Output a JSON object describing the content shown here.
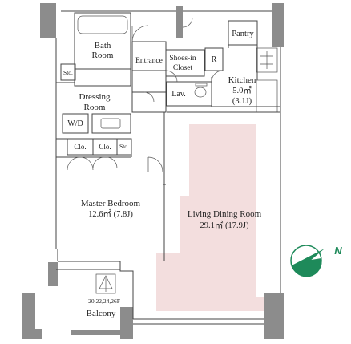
{
  "rooms": {
    "bath": "Bath",
    "bath_room": "Room",
    "entrance": "Entrance",
    "shoes_in": "Shoes-in",
    "closet": "Closet",
    "r": "R",
    "pantry": "Pantry",
    "kitchen": "Kitchen",
    "kitchen_area": "5.0㎡",
    "kitchen_jo": "(3.1J)",
    "sto_top": "Sto.",
    "dressing": "Dressing",
    "dressing_room": "Room",
    "lav": "Lav.",
    "wd": "W/D",
    "clo1": "Clo.",
    "clo2": "Clo.",
    "sto_mid": "Sto.",
    "master_bedroom": "Master Bedroom",
    "master_area": "12.6㎡ (7.8J)",
    "ldr": "Living Dining Room",
    "ldr_area": "29.1㎡ (17.9J)",
    "floors": "20,22,24,26F",
    "balcony": "Balcony"
  },
  "compass": {
    "label": "N",
    "color": "#1e8a5a"
  },
  "colors": {
    "wall": "#8c8c8c",
    "ldr_highlight": "#f3dede"
  }
}
